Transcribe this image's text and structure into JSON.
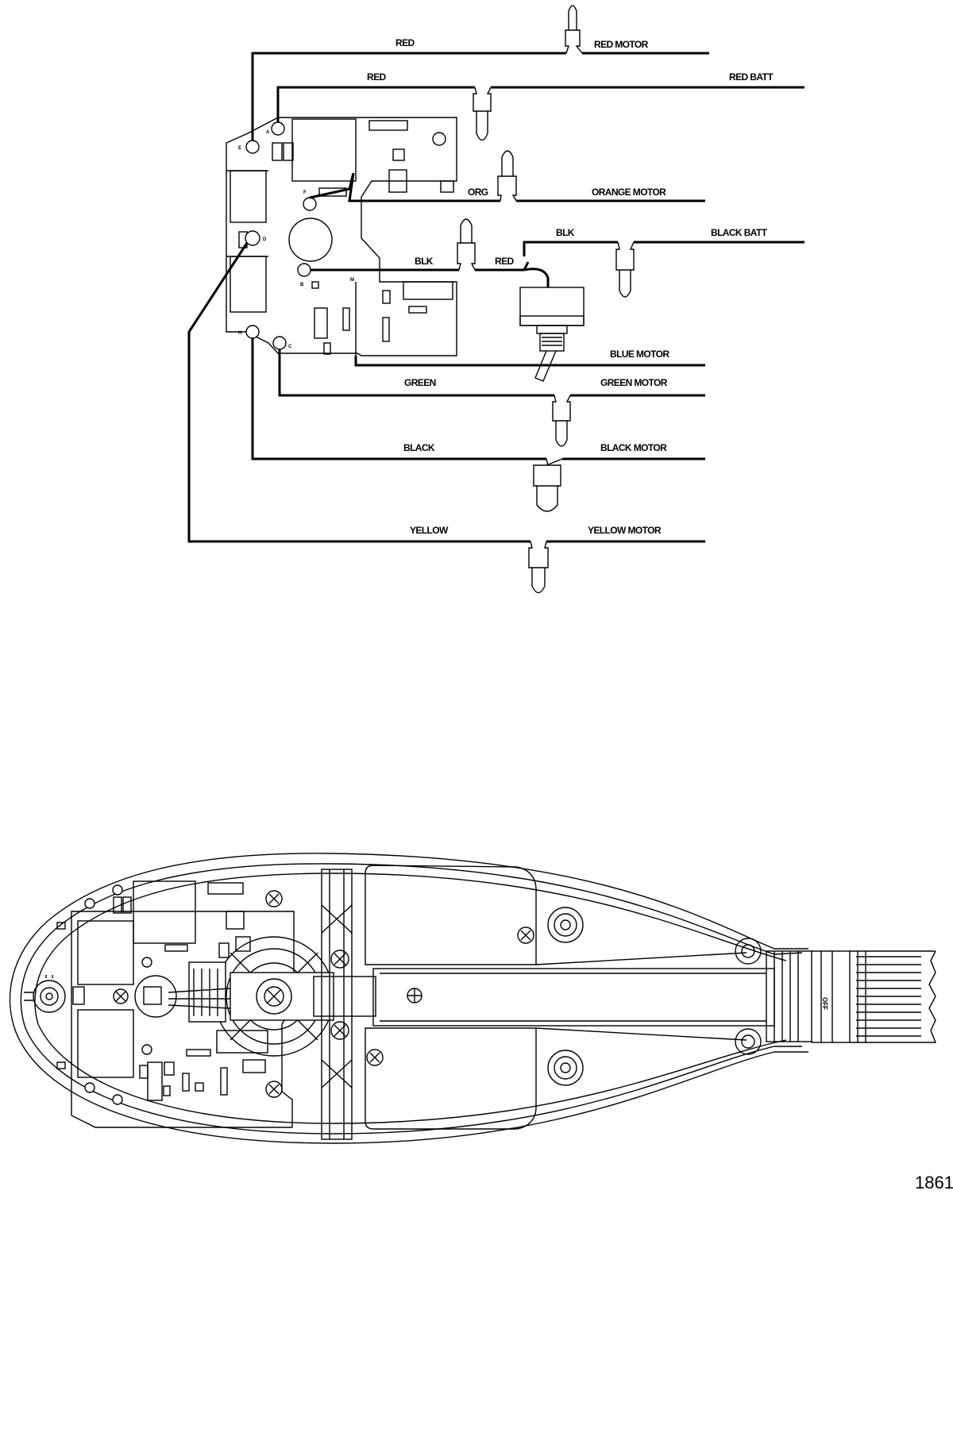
{
  "wiring": {
    "wires": {
      "red_top": "RED",
      "red_motor": "RED MOTOR",
      "red_mid": "RED",
      "red_batt": "RED BATT",
      "org": "ORG",
      "orange_motor": "ORANGE MOTOR",
      "blk_upper": "BLK",
      "black_batt": "BLACK BATT",
      "blk_lower": "BLK",
      "red_switch": "RED",
      "blue_motor": "BLUE MOTOR",
      "green": "GREEN",
      "green_motor": "GREEN MOTOR",
      "black": "BLACK",
      "black_motor": "BLACK MOTOR",
      "yellow": "YELLOW",
      "yellow_motor": "YELLOW MOTOR"
    },
    "terminals": {
      "a": "A",
      "b": "B",
      "c": "C",
      "d": "D",
      "e": "E",
      "f": "F",
      "h": "H",
      "m": "M"
    }
  },
  "head": {
    "switch_label": "OFF"
  },
  "figure_number": "1861"
}
